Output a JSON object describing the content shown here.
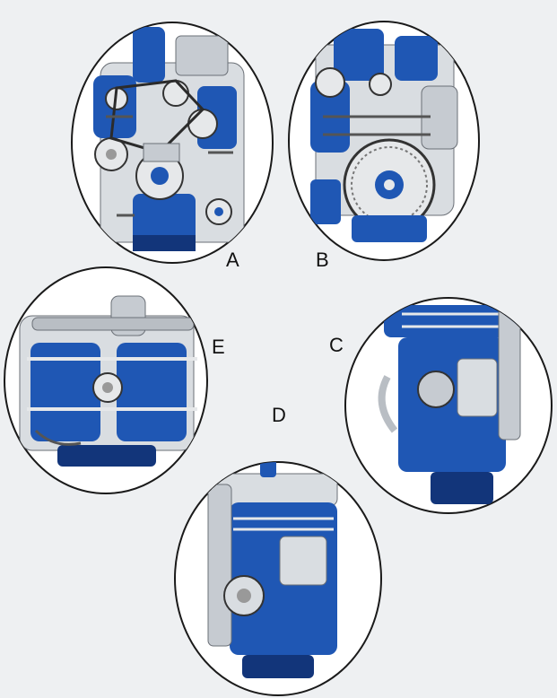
{
  "figure": {
    "labels": {
      "a": "A",
      "b": "B",
      "c": "C",
      "d": "D",
      "e": "E"
    },
    "colors": {
      "background": "#eef0f2",
      "engine_blue": "#1f57b4",
      "engine_blue_dark": "#12357a",
      "metal_light": "#e6e8ea",
      "metal_mid": "#b9bec4",
      "outline": "#1a1a1a"
    }
  }
}
